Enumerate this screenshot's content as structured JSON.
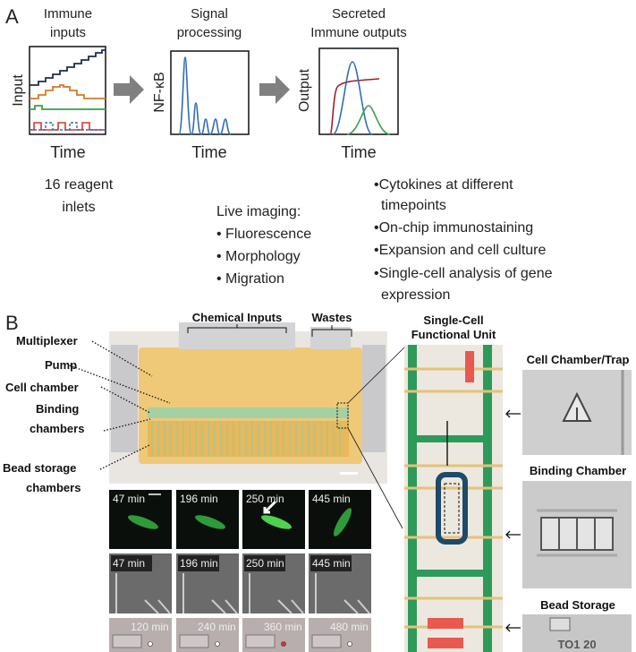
{
  "panel_a": {
    "label": "A",
    "inputs": {
      "title_1": "Immune",
      "title_2": "inputs",
      "ylabel": "Input",
      "xlabel": "Time",
      "note_1": "16 reagent",
      "note_2": "inlets"
    },
    "processing": {
      "title_1": "Signal",
      "title_2": "processing",
      "ylabel": "NF-κB",
      "xlabel": "Time",
      "note_title": "Live imaging:",
      "bullets": [
        "Fluorescence",
        "Morphology",
        "Migration"
      ]
    },
    "outputs": {
      "title_1": "Secreted",
      "title_2": "Immune outputs",
      "ylabel": "Output",
      "xlabel": "Time",
      "bullets": [
        "Cytokines at different",
        "timepoints",
        "On-chip immunostaining",
        "Expansion and cell culture",
        "Single-cell analysis of gene",
        "expression"
      ]
    },
    "colors": {
      "navy": "#1f2d4f",
      "orange": "#d07a2c",
      "green": "#3aa04a",
      "red": "#d43a2a",
      "blue": "#2f6db5",
      "darkred": "#a02020",
      "arrow": "#808080"
    }
  },
  "panel_b": {
    "label": "B",
    "chip_labels": {
      "chemical_inputs": "Chemical Inputs",
      "wastes": "Wastes",
      "multiplexer": "Multiplexer",
      "pump": "Pump",
      "cell_chamber": "Cell chamber",
      "binding_1": "Binding",
      "binding_2": "chambers",
      "bead_1": "Bead storage",
      "bead_2": "chambers"
    },
    "fluorescence_times": [
      "47 min",
      "196 min",
      "250 min",
      "445 min"
    ],
    "brightfield_times": [
      "47 min",
      "196 min",
      "250 min",
      "445 min"
    ],
    "bead_times": [
      "120 min",
      "240 min",
      "360 min",
      "480 min"
    ],
    "unit_title_1": "Single-Cell",
    "unit_title_2": "Functional Unit",
    "detail_titles": [
      "Cell Chamber/Trap",
      "Binding Chamber",
      "Bead Storage"
    ],
    "bead_storage_text": "TO1  20"
  }
}
